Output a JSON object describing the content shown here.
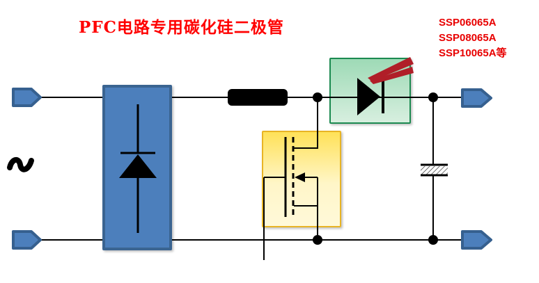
{
  "title": {
    "text": "PFC电路专用碳化硅二极管"
  },
  "annotations": {
    "part_numbers": [
      "SSP06065A",
      "SSP08065A",
      "SSP10065A等"
    ]
  },
  "components": {
    "ac_source": "ac-source-icon",
    "input_terminals": [
      "input-terminal-top",
      "input-terminal-bottom"
    ],
    "bridge_rectifier": "bridge-rectifier-diode-icon",
    "inductor": "boost-inductor-icon",
    "mosfet": "mosfet-switch-icon",
    "sic_diode": "sic-boost-diode-icon",
    "pointer": "red-pointer-arrow-icon",
    "capacitor": "output-capacitor-icon",
    "output_terminals": [
      "output-terminal-top",
      "output-terminal-bottom"
    ]
  },
  "colors": {
    "title-red": "#FF0000",
    "parts-red": "#E80000",
    "arrow-red": "#B01E28",
    "connector-blue": "#4C7FBC",
    "connector-border": "#36608F",
    "rectifier-blue": "#4C7FBC",
    "rectifier-border": "#3A6491",
    "mosfet-yellow-top": "#FFE158",
    "mosfet-yellow-mid": "#FFF6C8",
    "mosfet-yellow-bottom": "#FFF9D9",
    "mosfet-border": "#E8B425",
    "diode-green-top": "#9EDAB6",
    "diode-green-bottom": "#D7EFDF",
    "diode-green-border": "#1B8A50",
    "wire-black": "#000000",
    "background": "#FFFFFF"
  }
}
